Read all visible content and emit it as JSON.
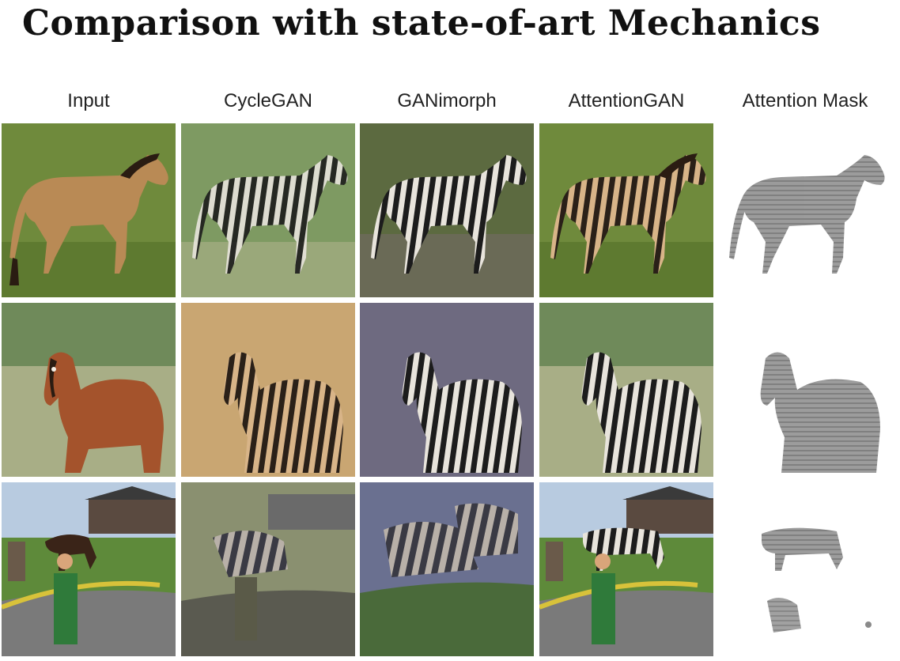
{
  "title": "Comparison with state-of-art Mechanics",
  "columns": [
    {
      "label": "Input"
    },
    {
      "label": "CycleGAN"
    },
    {
      "label": "GANimorph"
    },
    {
      "label": "AttentionGAN"
    },
    {
      "label": "Attention Mask"
    }
  ],
  "rows": [
    {
      "subject": "horse-standing-on-grass"
    },
    {
      "subject": "horse-in-tall-grass"
    },
    {
      "subject": "horses-and-boy-by-road"
    }
  ],
  "colors": {
    "grass": "#6f8a3c",
    "horse": "#b98a55",
    "horse_dark": "#a4532c",
    "zebra_dark": "#1c1c1c",
    "zebra_light": "#e8e4dc",
    "mask_gray": "#7a7a7a"
  }
}
